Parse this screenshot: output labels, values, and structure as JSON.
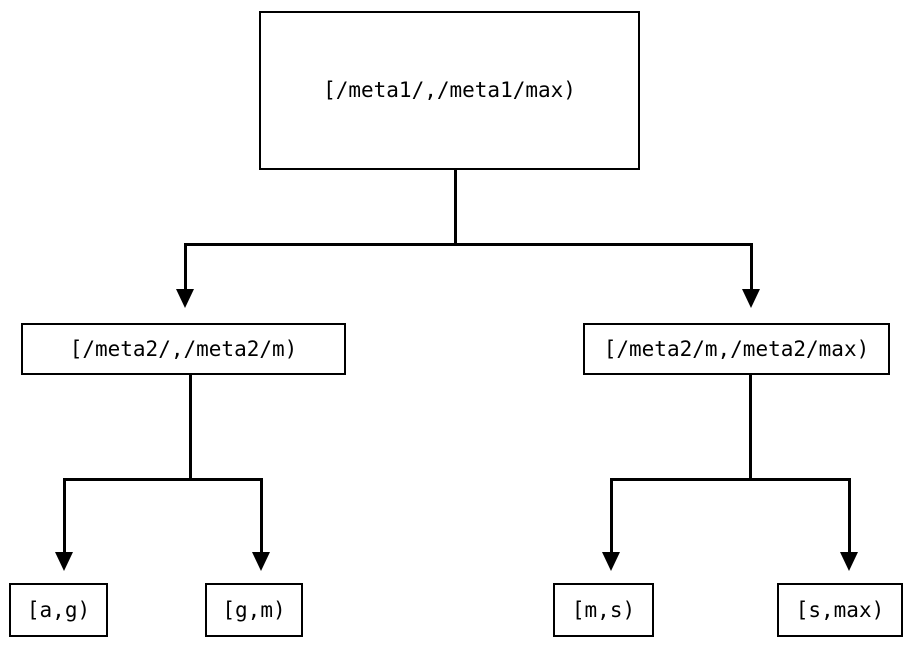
{
  "diagram": {
    "type": "tree",
    "title": "",
    "background_color": "#ffffff",
    "stroke_color": "#000000",
    "text_color": "#000000",
    "nodes": {
      "root": {
        "label": "[/meta1/,/meta1/max)",
        "level": 1
      },
      "level2": [
        {
          "id": "l2-left",
          "label": "[/meta2/,/meta2/m)"
        },
        {
          "id": "l2-right",
          "label": "[/meta2/m,/meta2/max)"
        }
      ],
      "leaves": [
        {
          "id": "leaf-ag",
          "label": "[a,g)",
          "parent": "l2-left"
        },
        {
          "id": "leaf-gm",
          "label": "[g,m)",
          "parent": "l2-left"
        },
        {
          "id": "leaf-ms",
          "label": "[m,s)",
          "parent": "l2-right"
        },
        {
          "id": "leaf-smax",
          "label": "[s,max)",
          "parent": "l2-right"
        }
      ]
    },
    "edges": [
      {
        "from": "root",
        "to": "l2-left",
        "arrowhead": "filled-triangle-down"
      },
      {
        "from": "root",
        "to": "l2-right",
        "arrowhead": "filled-triangle-down"
      },
      {
        "from": "l2-left",
        "to": "leaf-ag",
        "arrowhead": "filled-triangle-down"
      },
      {
        "from": "l2-left",
        "to": "leaf-gm",
        "arrowhead": "filled-triangle-down"
      },
      {
        "from": "l2-right",
        "to": "leaf-ms",
        "arrowhead": "filled-triangle-down"
      },
      {
        "from": "l2-right",
        "to": "leaf-smax",
        "arrowhead": "filled-triangle-down"
      }
    ]
  }
}
